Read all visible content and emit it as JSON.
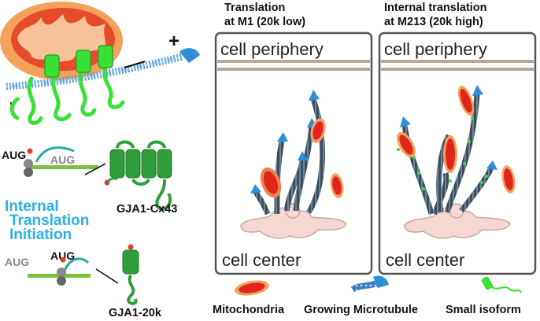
{
  "colors": {
    "mito_outer": "#f4a15a",
    "mito_inner": "#e64b2a",
    "microtubule": "#3b4e5e",
    "tip": "#2e8fd6",
    "isoform": "#39e035",
    "cx43": "#2e9d3a",
    "membrane": "#b8a898",
    "center_fill": "#f6d8d2",
    "internal_text": "#2ab0e8"
  },
  "left": {
    "plus_sign": "+",
    "minus_sign": "-",
    "aug_left_top": "AUG",
    "aug_right_top": "AUG",
    "cx43_label": "GJA1-Cx43",
    "internal_line1": "Internal",
    "internal_line2": "Translation",
    "internal_line3": "Initiation",
    "aug_left_bottom": "AUG",
    "aug_right_bottom": "AUG",
    "small_label": "GJA1-20k"
  },
  "panels": [
    {
      "title_line1": "Translation",
      "title_line2": "at M1 (20k low)",
      "periphery": "cell periphery",
      "center": "cell center"
    },
    {
      "title_line1": "Internal translation",
      "title_line2": "at M213 (20k high)",
      "periphery": "cell periphery",
      "center": "cell center"
    }
  ],
  "legend": {
    "mito": "Mitochondria",
    "microtubule": "Growing Microtubule",
    "isoform": "Small isoform"
  }
}
